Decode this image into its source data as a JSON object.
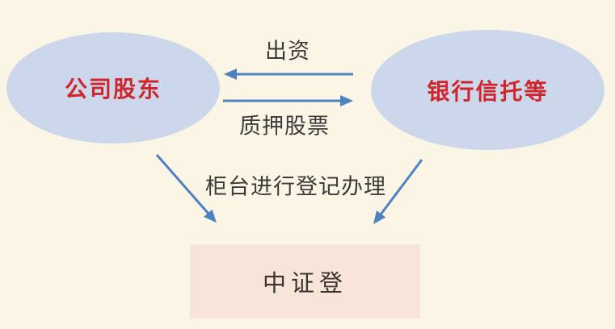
{
  "canvas": {
    "background_color": "#fbf5e6"
  },
  "nodes": {
    "shareholders": {
      "label": "公司股东",
      "shape": "ellipse",
      "fill_color": "#cdd7ec",
      "label_color": "#ce262b"
    },
    "banks_trusts": {
      "label": "银行信托等",
      "shape": "ellipse",
      "fill_color": "#cdd7ec",
      "label_color": "#ce262b"
    },
    "csdc": {
      "label": "中证登",
      "shape": "rectangle",
      "fill_color": "#f8e4d8",
      "label_color": "#3a3530"
    }
  },
  "edges": {
    "capital_contribution": {
      "label": "出资",
      "from": "banks_trusts",
      "to": "shareholders"
    },
    "pledge_shares": {
      "label": "质押股票",
      "from": "shareholders",
      "to": "banks_trusts"
    },
    "counter_registration": {
      "label": "柜台进行登记办理",
      "from": "shareholders_and_banks_trusts",
      "to": "csdc"
    }
  },
  "arrow_color": "#4d82c2"
}
